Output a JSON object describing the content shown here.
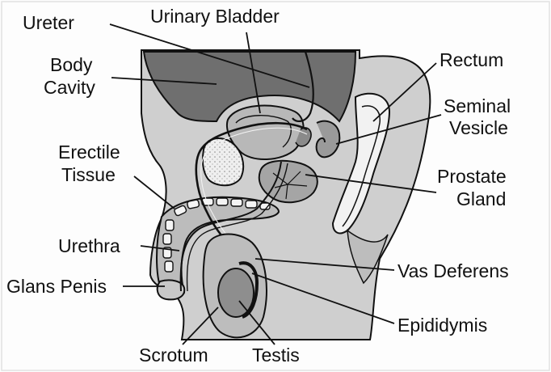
{
  "labels": {
    "ureter": "Ureter",
    "urinary_bladder": "Urinary Bladder",
    "body_cavity_line1": "Body",
    "body_cavity_line2": "Cavity",
    "rectum": "Rectum",
    "seminal_vesicle_line1": "Seminal",
    "seminal_vesicle_line2": "Vesicle",
    "erectile_tissue_line1": "Erectile",
    "erectile_tissue_line2": "Tissue",
    "prostate_gland_line1": "Prostate",
    "prostate_gland_line2": "Gland",
    "urethra": "Urethra",
    "vas_deferens": "Vas Deferens",
    "glans_penis": "Glans Penis",
    "epididymis": "Epididymis",
    "scrotum": "Scrotum",
    "testis": "Testis"
  },
  "colors": {
    "background": "#fdfdfd",
    "body_fill": "#cfcfcf",
    "cavity_fill": "#6f6f6f",
    "organ_fill": "#a9a9a9",
    "outline": "#111111"
  }
}
